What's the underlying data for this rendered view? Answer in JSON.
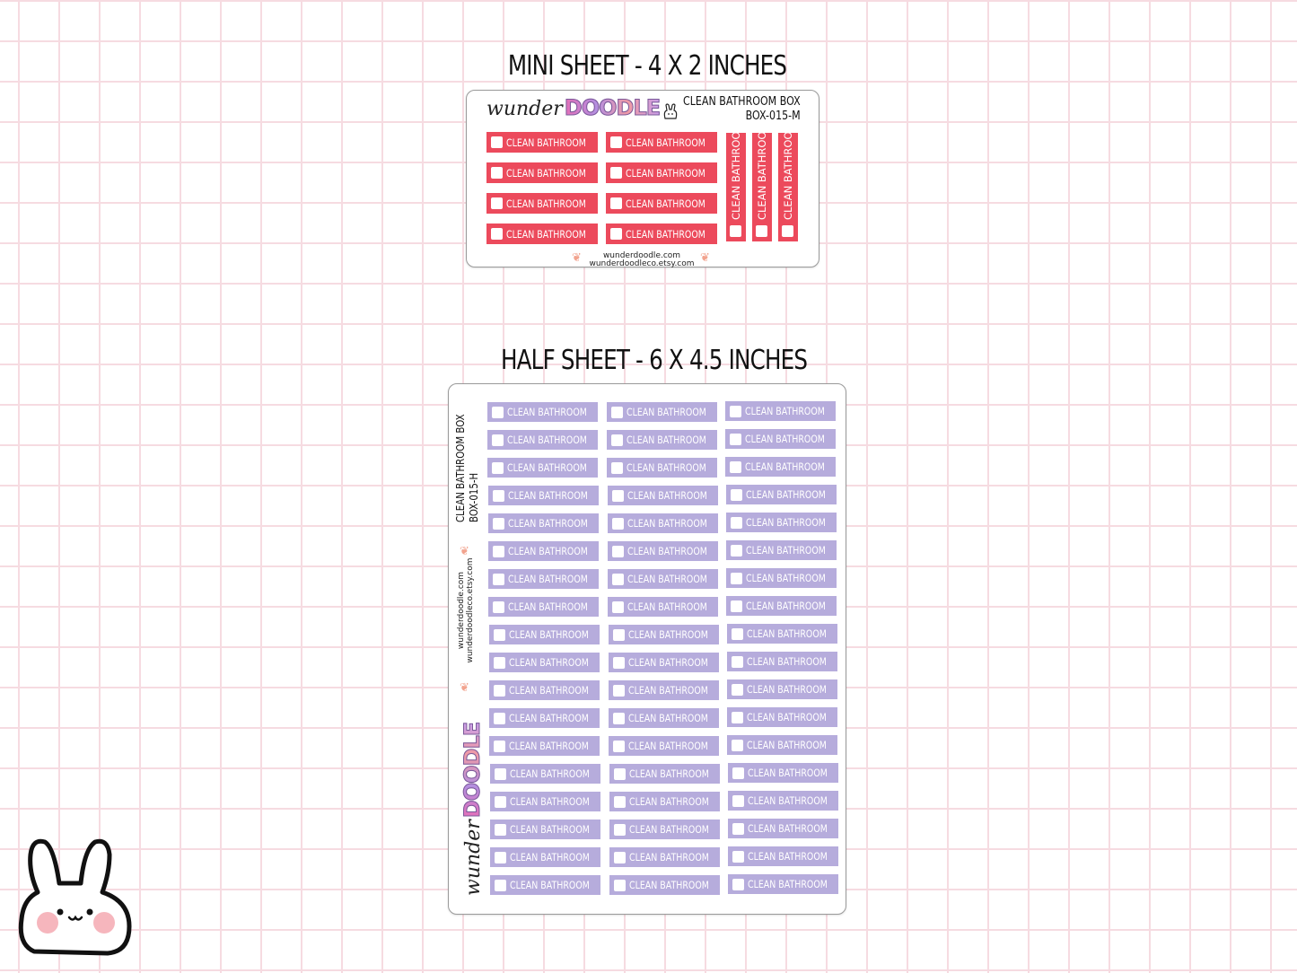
{
  "mini": {
    "title": "MINI SHEET - 4 X 2 INCHES",
    "brand_wunder": "wunder",
    "brand_doodle": "DOODLE",
    "sheet_name": "CLEAN BATHROOM BOX",
    "sheet_code": "BOX-015-M",
    "sticker_label": "CLEAN BATHROOM",
    "site1": "wunderdoodle.com",
    "site2": "wunderdoodleco.etsy.com"
  },
  "half": {
    "title": "HALF SHEET - 6 X 4.5 INCHES",
    "brand_wunder": "wunder",
    "brand_doodle": "DOODLE",
    "sheet_name": "CLEAN BATHROOM BOX",
    "sheet_code": "BOX-015-H",
    "sticker_label": "CLEAN BATHROOM",
    "site1": "wunderdoodle.com",
    "site2": "wunderdoodleco.etsy.com"
  },
  "colors": {
    "mini_sticker": "#ec4a5c",
    "half_sticker": "#b6acdc",
    "grid": "#f6dbe1"
  },
  "icons": {
    "mascot": "bunny-icon",
    "leaf": "leaf-icon"
  }
}
